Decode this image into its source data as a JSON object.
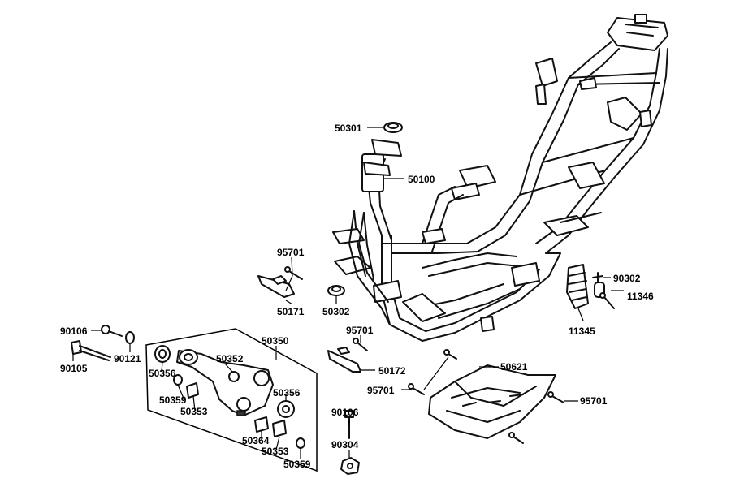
{
  "callouts": {
    "c50301": "50301",
    "c50100": "50100",
    "c95701_a": "95701",
    "c50171": "50171",
    "c50302": "50302",
    "c90302": "90302",
    "c11346": "11346",
    "c11345": "11345",
    "c90106_a": "90106",
    "c90121": "90121",
    "c90105": "90105",
    "c50350": "50350",
    "c95701_b": "95701",
    "c50172": "50172",
    "c50352": "50352",
    "c50356_a": "50356",
    "c50359_a": "50359",
    "c50353_a": "50353",
    "c50356_b": "50356",
    "c50364": "50364",
    "c50353_b": "50353",
    "c50359_b": "50359",
    "c90106_b": "90106",
    "c90304": "90304",
    "c50621": "50621",
    "c95701_c": "95701",
    "c95701_d": "95701"
  }
}
